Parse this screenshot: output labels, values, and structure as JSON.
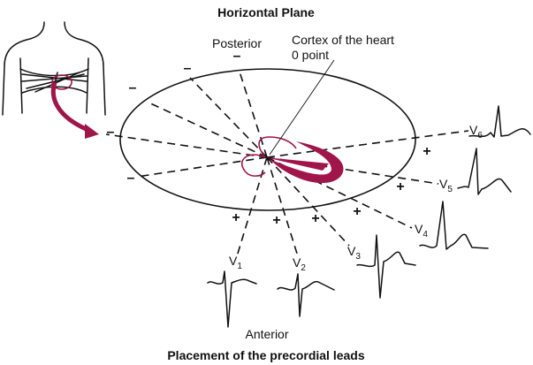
{
  "title": "Horizontal Plane",
  "caption": "Placement of the precordial leads",
  "labels": {
    "posterior": "Posterior",
    "anterior": "Anterior",
    "cortex_line1": "Cortex of the heart",
    "cortex_line2": "0 point"
  },
  "leads": [
    {
      "letter": "V",
      "sub": "1"
    },
    {
      "letter": "V",
      "sub": "2"
    },
    {
      "letter": "V",
      "sub": "3"
    },
    {
      "letter": "V",
      "sub": "4"
    },
    {
      "letter": "V",
      "sub": "5"
    },
    {
      "letter": "V",
      "sub": "6"
    }
  ],
  "signs": {
    "positive": "+",
    "negative": "–"
  },
  "colors": {
    "heart": "#a0154a",
    "ink": "#111111"
  }
}
